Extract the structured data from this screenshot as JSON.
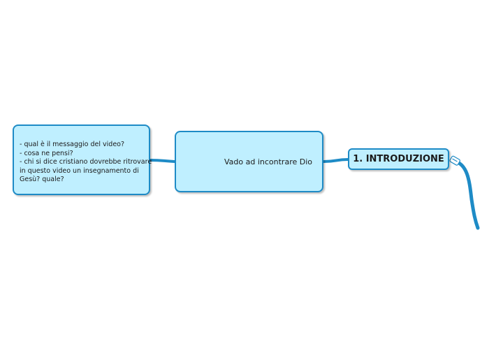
{
  "central": {
    "label": "1. INTRODUZIONE"
  },
  "topic": {
    "label": "Vado ad incontrare Dio"
  },
  "notes": {
    "lines": [
      "- qual è il messaggio del video?",
      "- cosa ne pensi?",
      "- chi si dice cristiano dovrebbe ritrovare",
      "in questo video un insegnamento di",
      "Gesù? quale?"
    ]
  },
  "colors": {
    "node_fill": "#bfefff",
    "node_border": "#1e8bc6",
    "connector": "#1e8bc6"
  },
  "icons": {
    "collapse": "expand-collapse-icon"
  }
}
